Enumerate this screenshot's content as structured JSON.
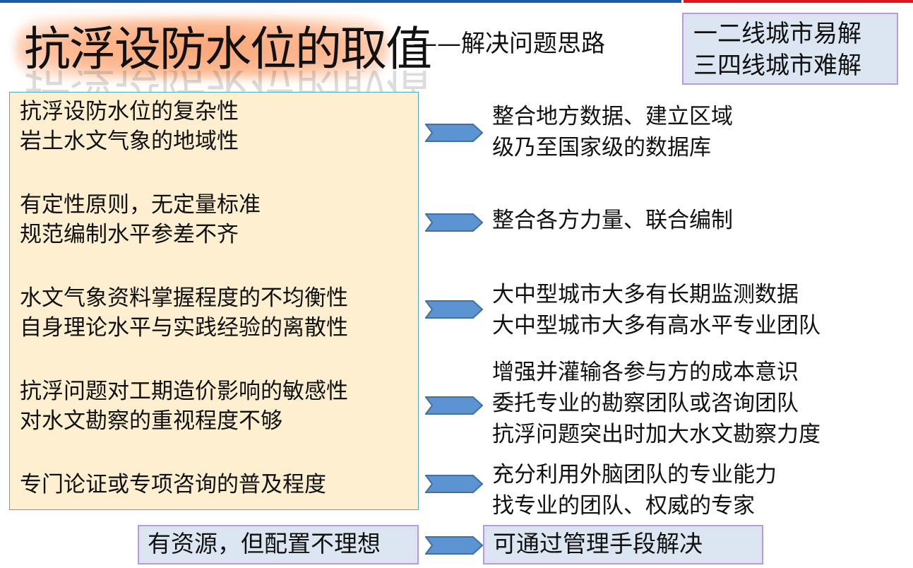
{
  "header": {
    "title": "抗浮设防水位的取值",
    "subtitle": "——解决问题思路"
  },
  "city_note": {
    "line1": "一二线城市易解",
    "line2": "三四线城市难解"
  },
  "issues": [
    {
      "line1": "抗浮设防水位的复杂性",
      "line2": "岩土水文气象的地域性"
    },
    {
      "line1": "有定性原则，无定量标准",
      "line2": "规范编制水平参差不齐"
    },
    {
      "line1": "水文气象资料掌握程度的不均衡性",
      "line2": "自身理论水平与实践经验的离散性"
    },
    {
      "line1": "抗浮问题对工期造价影响的敏感性",
      "line2": "对水文勘察的重视程度不够"
    },
    {
      "line1": "专门论证或专项咨询的普及程度"
    }
  ],
  "solutions": [
    {
      "line1": "整合地方数据、建立区域",
      "line2": "级乃至国家级的数据库"
    },
    {
      "line1": "整合各方力量、联合编制"
    },
    {
      "line1": "大中型城市大多有长期监测数据",
      "line2": "大中型城市大多有高水平专业团队"
    },
    {
      "line1": "增强并灌输各参与方的成本意识",
      "line2": "委托专业的勘察团队或咨询团队",
      "line3": "抗浮问题突出时加大水文勘察力度"
    },
    {
      "line1": "充分利用外脑团队的专业能力",
      "line2": "找专业的团队、权威的专家"
    }
  ],
  "bottom": {
    "problem": "有资源，但配置不理想",
    "solution": "可通过管理手段解决"
  },
  "colors": {
    "arrow_fill": "#5b93d3",
    "arrow_stroke": "#41719c",
    "left_box_bg": "#fdefcf",
    "note_box_bg": "#dce6f2",
    "note_box_border": "#b79be0"
  }
}
